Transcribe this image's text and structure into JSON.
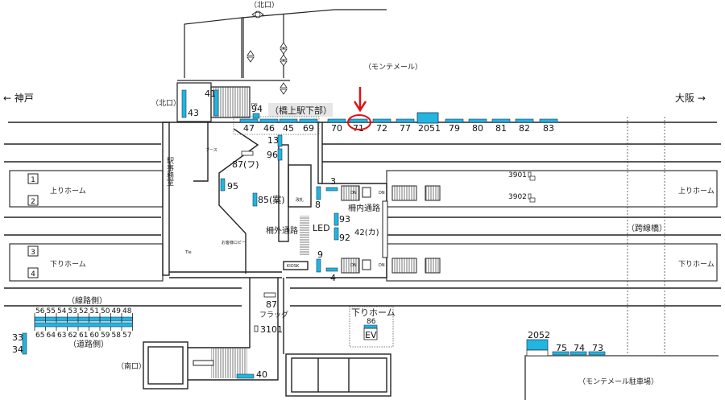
{
  "colors": {
    "sign_fill": "#22b5e0",
    "sign_stroke": "#1a3a5a",
    "highlight": "#e01010",
    "line": "#222222",
    "gray_band": "#e6e6e6"
  },
  "direction": {
    "west": "← 神戸",
    "east": "大阪 →"
  },
  "areas": {
    "north_exit_top": "（北口）",
    "north_exit_left": "（北口）",
    "monte_mall": "（モンテメール）",
    "kyojo_lower": "（橋上駅下部）",
    "senro_side": "（線路側）",
    "doro_side": "（道路側）",
    "south_exit": "（南口）",
    "kosen_bridge": "（跨線橋）",
    "monte_parking": "（モンテメール駐車場）",
    "outside_gate": "柵外通路",
    "inside_gate": "柵内通路",
    "station_office": "駅事務室",
    "ticket_gate": "改札",
    "led": "LED",
    "kiosk": "KIOSK",
    "waiting_lobby": "お客様ロビー",
    "toilet": "Tle",
    "booth": "ブース",
    "flag": "フラッグ",
    "down_platform_ev": "下りホーム",
    "ev": "EV"
  },
  "platforms": {
    "up": {
      "label": "上りホーム",
      "tracks": [
        "1",
        "2"
      ]
    },
    "down": {
      "label": "下りホーム",
      "tracks": [
        "3",
        "4"
      ]
    }
  },
  "top_row_signs": [
    "47",
    "46",
    "45",
    "69",
    "70",
    "71",
    "72",
    "77",
    "2051",
    "79",
    "80",
    "81",
    "82",
    "83"
  ],
  "highlighted_sign": "71",
  "north_signs": [
    "41",
    "43",
    "94"
  ],
  "concourse_signs": [
    "13",
    "96",
    "87(フ)",
    "95",
    "85(案)",
    "3",
    "8",
    "93",
    "92",
    "42(カ)",
    "9",
    "4"
  ],
  "platform_signs": [
    "3901",
    "3902"
  ],
  "south_signs": [
    "87",
    "3101",
    "40",
    "86"
  ],
  "row_senro": [
    "56",
    "55",
    "54",
    "53",
    "52",
    "51",
    "50",
    "49",
    "48"
  ],
  "row_doro": [
    "65",
    "64",
    "63",
    "62",
    "61",
    "60",
    "59",
    "58",
    "57"
  ],
  "side_signs": [
    "33",
    "34"
  ],
  "parking_signs": [
    "2052",
    "75",
    "74",
    "73"
  ],
  "stair_marks": {
    "dn": "DN",
    "ev_small": "EV"
  }
}
